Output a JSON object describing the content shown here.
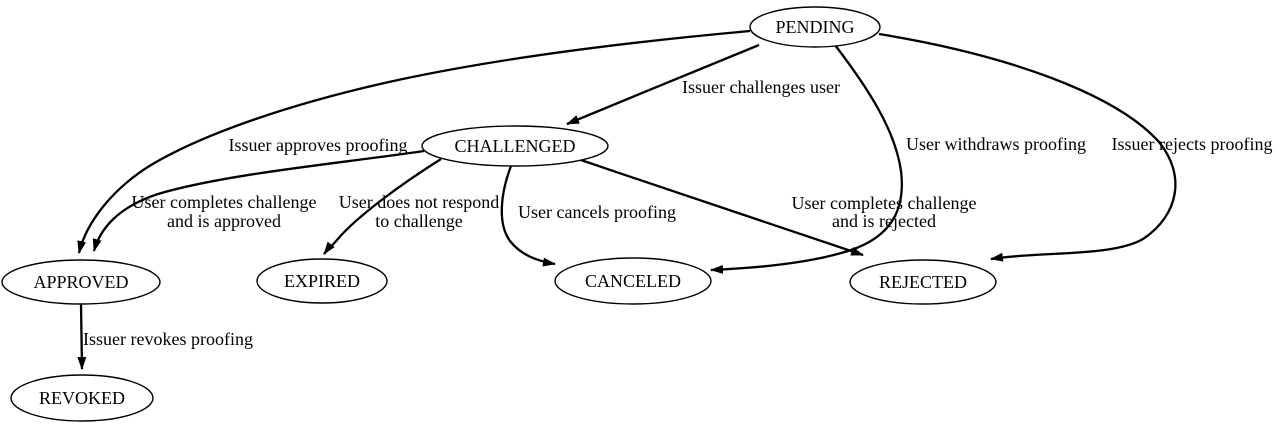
{
  "diagram": {
    "type": "state-diagram",
    "colors": {
      "background": "#ffffff",
      "line": "#000000",
      "text": "#000000"
    },
    "nodes": {
      "pending": {
        "label": "PENDING"
      },
      "challenged": {
        "label": "CHALLENGED"
      },
      "approved": {
        "label": "APPROVED"
      },
      "expired": {
        "label": "EXPIRED"
      },
      "canceled": {
        "label": "CANCELED"
      },
      "rejected": {
        "label": "REJECTED"
      },
      "revoked": {
        "label": "REVOKED"
      }
    },
    "edges": {
      "pending_challenged": {
        "from": "PENDING",
        "to": "CHALLENGED",
        "lines": [
          "Issuer challenges user"
        ]
      },
      "pending_approved": {
        "from": "PENDING",
        "to": "APPROVED",
        "lines": [
          "Issuer approves proofing"
        ]
      },
      "pending_canceled": {
        "from": "PENDING",
        "to": "CANCELED",
        "lines": [
          "User withdraws proofing"
        ]
      },
      "pending_rejected": {
        "from": "PENDING",
        "to": "REJECTED",
        "lines": [
          "Issuer rejects proofing"
        ]
      },
      "challenged_approved": {
        "from": "CHALLENGED",
        "to": "APPROVED",
        "lines": [
          "User completes challenge",
          "and is approved"
        ]
      },
      "challenged_expired": {
        "from": "CHALLENGED",
        "to": "EXPIRED",
        "lines": [
          "User does not respond",
          "to challenge"
        ]
      },
      "challenged_canceled": {
        "from": "CHALLENGED",
        "to": "CANCELED",
        "lines": [
          "User cancels proofing"
        ]
      },
      "challenged_rejected": {
        "from": "CHALLENGED",
        "to": "REJECTED",
        "lines": [
          "User completes challenge",
          "and is rejected"
        ]
      },
      "approved_revoked": {
        "from": "APPROVED",
        "to": "REVOKED",
        "lines": [
          "Issuer revokes proofing"
        ]
      }
    }
  }
}
